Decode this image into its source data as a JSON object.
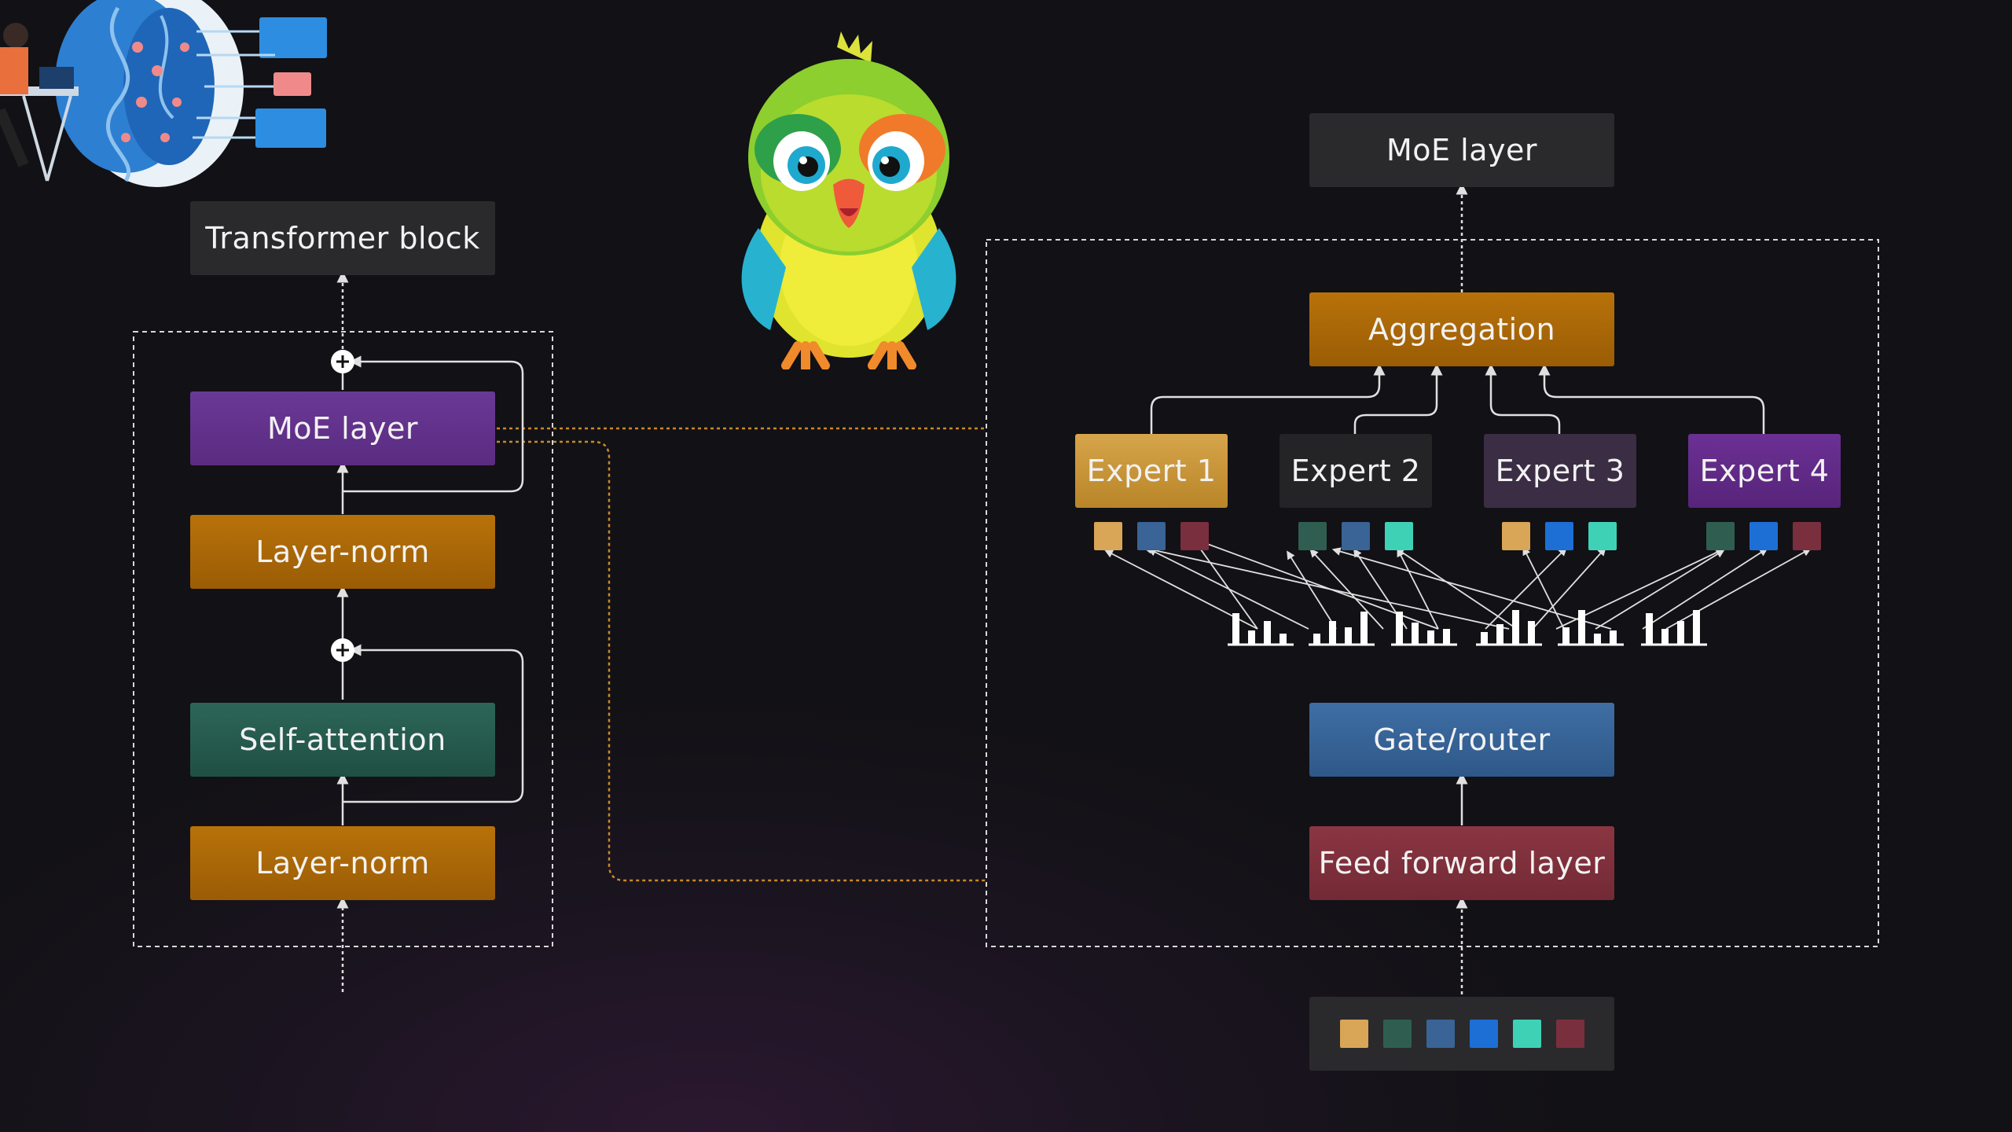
{
  "left": {
    "title": "Transformer block",
    "moe": "MoE layer",
    "norm_top": "Layer-norm",
    "attention": "Self-attention",
    "norm_bottom": "Layer-norm"
  },
  "right": {
    "title": "MoE layer",
    "aggregation": "Aggregation",
    "experts": [
      "Expert 1",
      "Expert 2",
      "Expert 3",
      "Expert 4"
    ],
    "gate": "Gate/router",
    "ffn": "Feed forward layer"
  },
  "token_colors": [
    "#d9a556",
    "#2f5e50",
    "#3a6396",
    "#1d6fd6",
    "#3fd1b6",
    "#7a2f3e"
  ],
  "colors": {
    "dash": "#d8d8d8",
    "link": "#c9892a",
    "purple": "#5e2f86",
    "orange": "#a8680a",
    "teal": "#24594c",
    "blue": "#3563a0",
    "red": "#7d2f3b"
  }
}
